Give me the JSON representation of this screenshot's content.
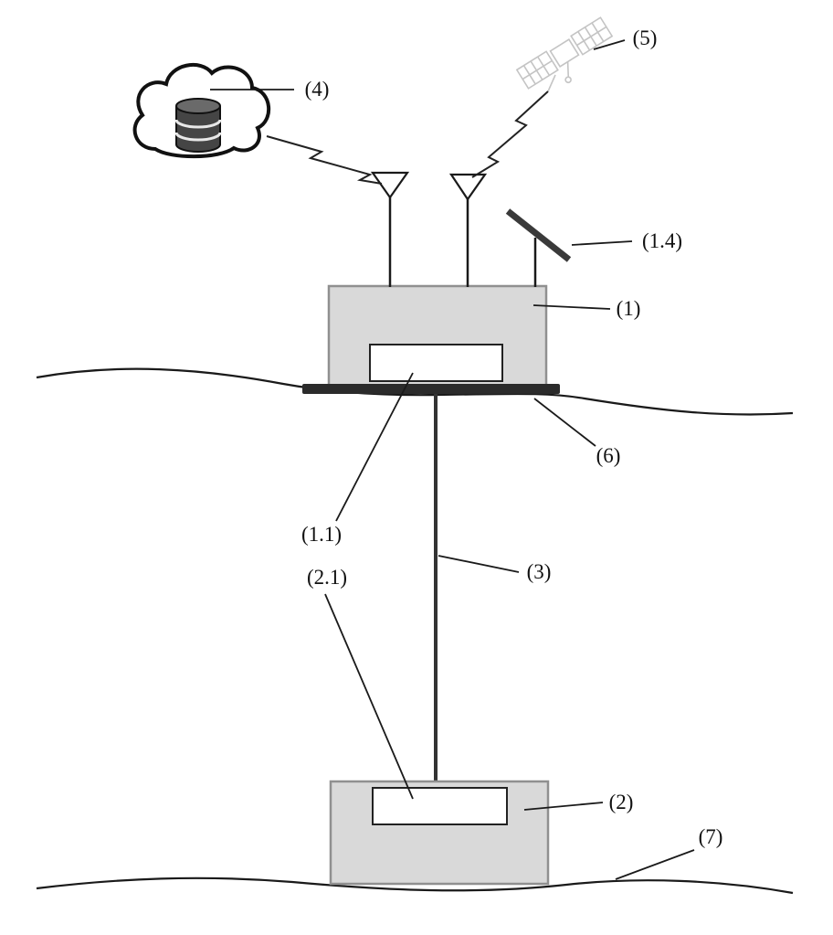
{
  "figure": {
    "type": "patent-style schematic of surface buoy and subsea unit system",
    "labels": {
      "cloud_network": "(4)",
      "satellite": "(5)",
      "solar_panel": "(1.4)",
      "surface_buoy": "(1)",
      "float_collar": "(6)",
      "surface_module": "(1.1)",
      "subsea_module": "(2.1)",
      "cable": "(3)",
      "subsea_unit": "(2)",
      "seabed": "(7)"
    },
    "icons": {
      "cloud": "cloud-icon",
      "database": "database-icon",
      "satellite": "satellite-icon",
      "antenna_left": "antenna-icon",
      "antenna_right": "antenna-icon",
      "solar_panel": "solar-panel-icon",
      "lightning_left": "wireless-link-icon",
      "lightning_right": "wireless-link-icon"
    },
    "colors": {
      "line": "#1a1a1a",
      "box_fill": "#d9d9d9",
      "box_border": "#909090",
      "collar_fill": "#2b2b2b",
      "satellite_sketch": "#c4c4c4",
      "database_fill": "#454545",
      "panel_fill": "#3a3a3a"
    }
  }
}
